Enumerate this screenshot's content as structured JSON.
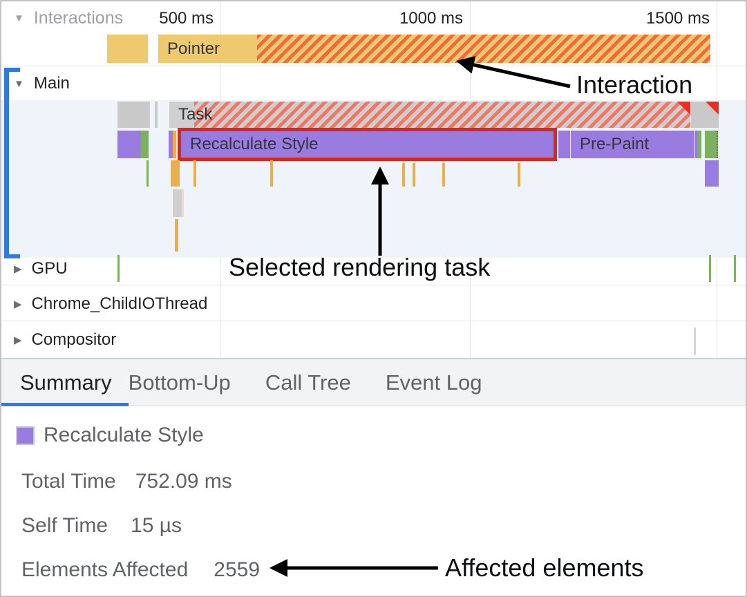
{
  "accent_colors": {
    "selection_red": "#d8281d",
    "rendering_purple": "#9a7ce1",
    "painting_green": "#7eb062",
    "interaction_yellow": "#efc96d",
    "task_gray": "#cfcfcf",
    "focus_blue": "#2e7bd9",
    "tab_underline_blue": "#3779d9"
  },
  "ruler": {
    "t1": "500 ms",
    "t2": "1000 ms",
    "t3": "1500 ms"
  },
  "tracks": {
    "interactions": {
      "label": "Interactions",
      "collapse_icon": "triangle-down"
    },
    "main": {
      "label": "Main",
      "collapse_icon": "triangle-down"
    },
    "gpu": {
      "label": "GPU",
      "collapse_icon": "triangle-right"
    },
    "child_io": {
      "label": "Chrome_ChildIOThread",
      "collapse_icon": "triangle-right"
    },
    "compositor": {
      "label": "Compositor",
      "collapse_icon": "triangle-right"
    }
  },
  "bars": {
    "pointer": "Pointer",
    "task": "Task",
    "recalculate_style": "Recalculate Style",
    "pre_paint": "Pre-Paint"
  },
  "annotations": {
    "interaction": "Interaction",
    "selected_task": "Selected rendering task",
    "affected_elements": "Affected elements"
  },
  "tabs": [
    {
      "label": "Summary",
      "selected": true
    },
    {
      "label": "Bottom-Up",
      "selected": false
    },
    {
      "label": "Call Tree",
      "selected": false
    },
    {
      "label": "Event Log",
      "selected": false
    }
  ],
  "summary": {
    "event_title": "Recalculate Style",
    "total_time_label": "Total Time",
    "total_time_value": "752.09 ms",
    "self_time_label": "Self Time",
    "self_time_value": "15 µs",
    "elements_affected_label": "Elements Affected",
    "elements_affected_value": "2559"
  }
}
